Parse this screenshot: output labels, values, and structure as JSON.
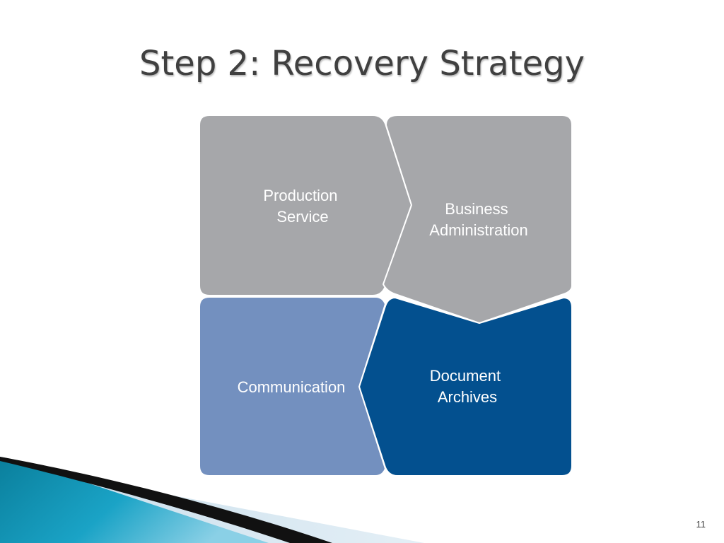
{
  "slide": {
    "title": "Step 2: Recovery Strategy",
    "page_number": "11"
  },
  "diagram": {
    "type": "cycle-matrix",
    "items": [
      {
        "lines": [
          "Production",
          "Service"
        ],
        "color": "#a6a7aa",
        "position": "top-left"
      },
      {
        "lines": [
          "Business",
          "Administration"
        ],
        "color": "#a6a7aa",
        "position": "top-right"
      },
      {
        "lines": [
          "Document",
          "Archives"
        ],
        "color": "#03508f",
        "position": "bottom-right"
      },
      {
        "lines": [
          "Communication"
        ],
        "color": "#7390bf",
        "position": "bottom-left"
      }
    ],
    "flow": [
      "Production Service",
      "Business Administration",
      "Document Archives",
      "Communication"
    ],
    "outline_color": "#ffffff"
  },
  "theme": {
    "accent_teal": "#0b8ead",
    "accent_light_blue": "#d6e6f0",
    "accent_black": "#111111",
    "title_color": "#404040"
  }
}
